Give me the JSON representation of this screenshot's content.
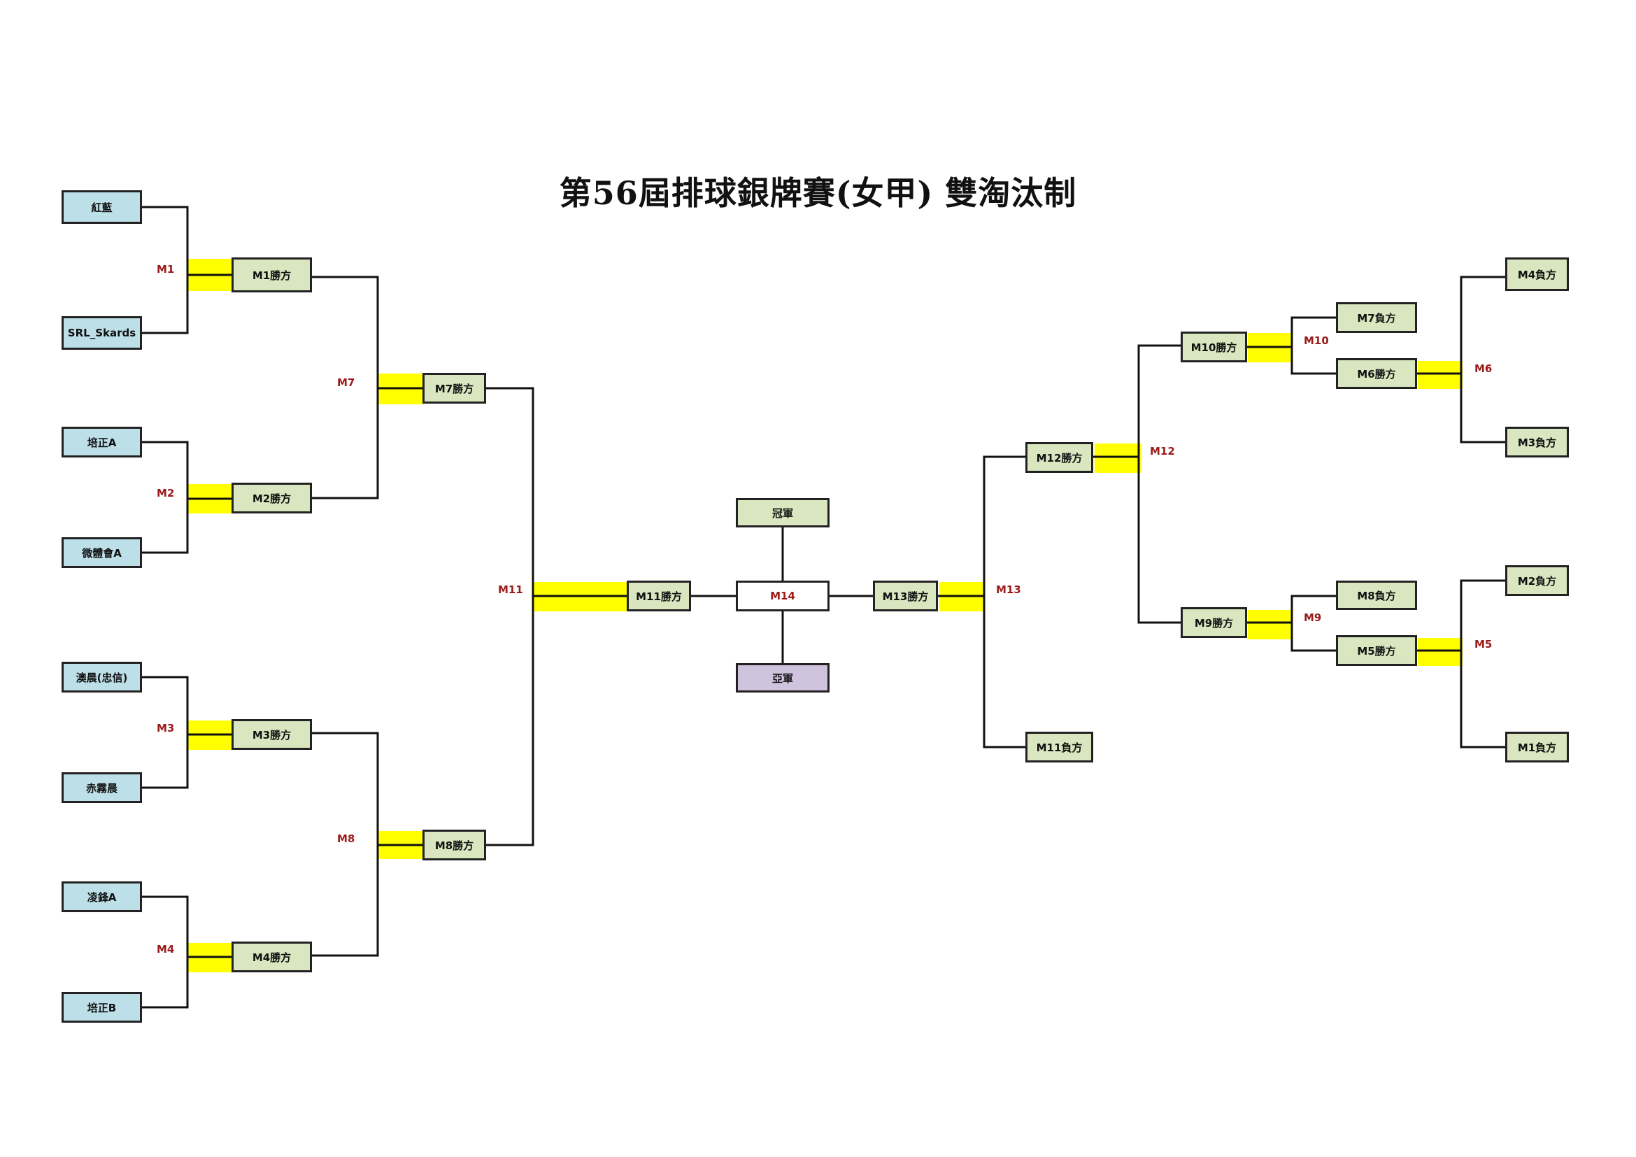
{
  "title": "第56屆排球銀牌賽(女甲) 雙淘汰制",
  "colors": {
    "team_box": "#bde0e8",
    "result_box": "#d9e6bf",
    "runner_up_box": "#cfc3dd",
    "highlight": "#ffff00",
    "match_label": "#9b1b1b"
  },
  "teams": {
    "t1": "紅藍",
    "t2": "SRL_Skards",
    "t3": "培正A",
    "t4": "微體會A",
    "t5": "澳晨(忠信)",
    "t6": "赤霧晨",
    "t7": "凌鋒A",
    "t8": "培正B"
  },
  "results": {
    "m1w": "M1勝方",
    "m2w": "M2勝方",
    "m3w": "M3勝方",
    "m4w": "M4勝方",
    "m7w": "M7勝方",
    "m8w": "M8勝方",
    "m11w": "M11勝方",
    "m13w": "M13勝方",
    "m12w": "M12勝方",
    "m10w": "M10勝方",
    "m9w": "M9勝方",
    "m6w": "M6勝方",
    "m5w": "M5勝方",
    "m4l": "M4負方",
    "m3l": "M3負方",
    "m7l": "M7負方",
    "m8l": "M8負方",
    "m2l": "M2負方",
    "m1l": "M1負方",
    "m11l": "M11負方"
  },
  "final": {
    "champion": "冠軍",
    "match": "M14",
    "runner_up": "亞軍"
  },
  "match_labels": {
    "m1": "M1",
    "m2": "M2",
    "m3": "M3",
    "m4": "M4",
    "m7": "M7",
    "m8": "M8",
    "m11": "M11",
    "m13": "M13",
    "m12": "M12",
    "m10": "M10",
    "m9": "M9",
    "m6": "M6",
    "m5": "M5"
  }
}
